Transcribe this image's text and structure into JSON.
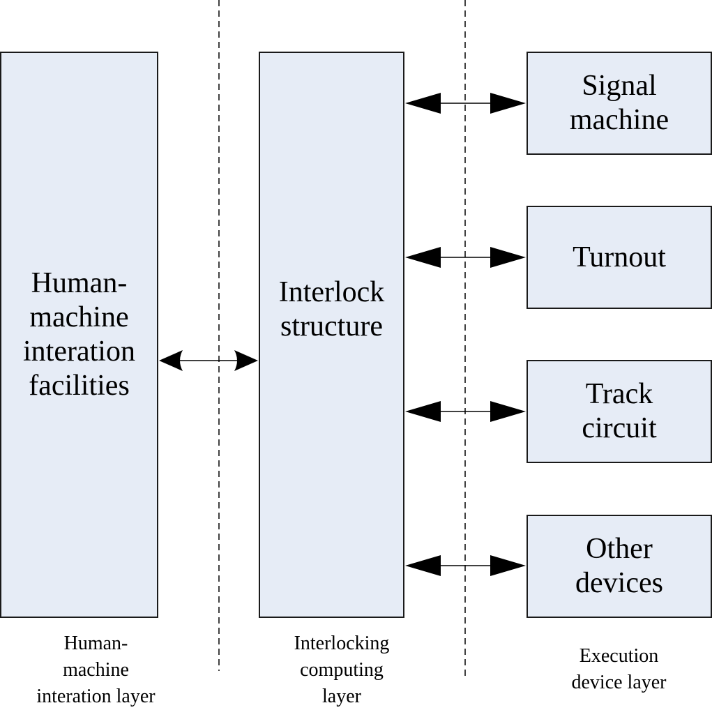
{
  "boxes": {
    "hmi": "Human-\nmachine\ninteration\nfacilities",
    "interlock": "Interlock\nstructure",
    "signal": "Signal\nmachine",
    "turnout": "Turnout",
    "track": "Track\ncircuit",
    "other": "Other\ndevices"
  },
  "layers": {
    "hmi": "Human-\nmachine\ninteration layer",
    "interlock": "Interlocking\ncomputing\nlayer",
    "execution": "Execution\ndevice layer"
  },
  "colors": {
    "box_fill": "#e6ecf6",
    "stroke": "#1a1a1a"
  }
}
